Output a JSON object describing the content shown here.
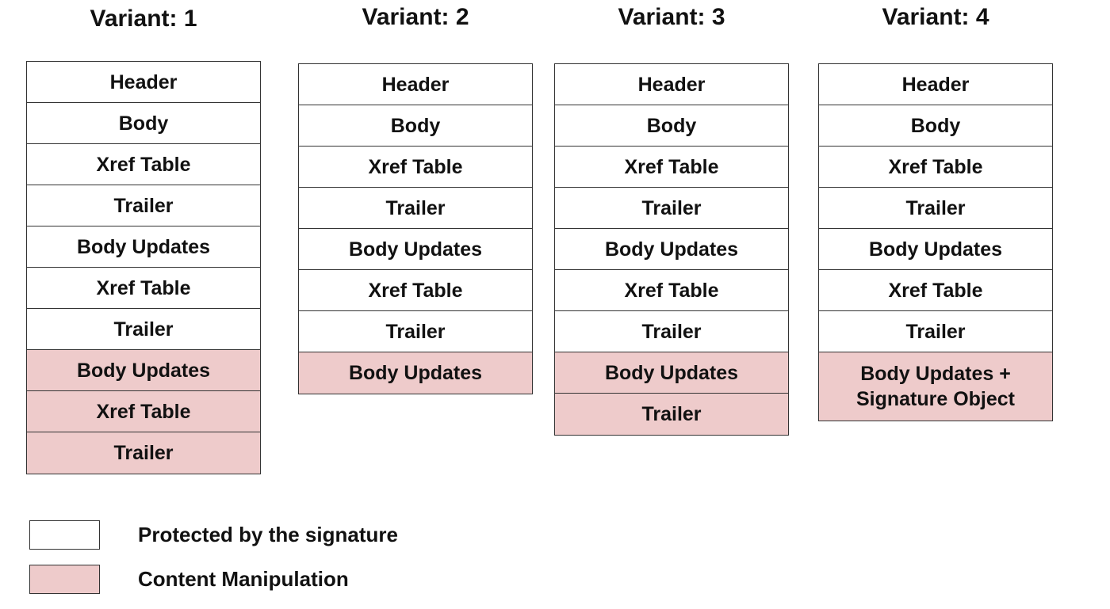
{
  "variants": [
    {
      "title": "Variant: 1",
      "cells": [
        {
          "label": "Header",
          "status": "protected"
        },
        {
          "label": "Body",
          "status": "protected"
        },
        {
          "label": "Xref Table",
          "status": "protected"
        },
        {
          "label": "Trailer",
          "status": "protected"
        },
        {
          "label": "Body Updates",
          "status": "protected"
        },
        {
          "label": "Xref Table",
          "status": "protected"
        },
        {
          "label": "Trailer",
          "status": "protected"
        },
        {
          "label": "Body Updates",
          "status": "manipulation"
        },
        {
          "label": "Xref Table",
          "status": "manipulation"
        },
        {
          "label": "Trailer",
          "status": "manipulation"
        }
      ]
    },
    {
      "title": "Variant: 2",
      "cells": [
        {
          "label": "Header",
          "status": "protected"
        },
        {
          "label": "Body",
          "status": "protected"
        },
        {
          "label": "Xref Table",
          "status": "protected"
        },
        {
          "label": "Trailer",
          "status": "protected"
        },
        {
          "label": "Body Updates",
          "status": "protected"
        },
        {
          "label": "Xref Table",
          "status": "protected"
        },
        {
          "label": "Trailer",
          "status": "protected"
        },
        {
          "label": "Body Updates",
          "status": "manipulation"
        }
      ]
    },
    {
      "title": "Variant: 3",
      "cells": [
        {
          "label": "Header",
          "status": "protected"
        },
        {
          "label": "Body",
          "status": "protected"
        },
        {
          "label": "Xref Table",
          "status": "protected"
        },
        {
          "label": "Trailer",
          "status": "protected"
        },
        {
          "label": "Body Updates",
          "status": "protected"
        },
        {
          "label": "Xref Table",
          "status": "protected"
        },
        {
          "label": "Trailer",
          "status": "protected"
        },
        {
          "label": "Body Updates",
          "status": "manipulation"
        },
        {
          "label": "Trailer",
          "status": "manipulation"
        }
      ]
    },
    {
      "title": "Variant: 4",
      "cells": [
        {
          "label": "Header",
          "status": "protected"
        },
        {
          "label": "Body",
          "status": "protected"
        },
        {
          "label": "Xref Table",
          "status": "protected"
        },
        {
          "label": "Trailer",
          "status": "protected"
        },
        {
          "label": "Body Updates",
          "status": "protected"
        },
        {
          "label": "Xref Table",
          "status": "protected"
        },
        {
          "label": "Trailer",
          "status": "protected"
        },
        {
          "label": "Body Updates +",
          "label_line2": "Signature Object",
          "status": "manipulation"
        }
      ]
    }
  ],
  "legend": {
    "protected_label": "Protected by the signature",
    "manipulation_label": "Content Manipulation"
  },
  "colors": {
    "protected": "#ffffff",
    "manipulation": "#eecbcb",
    "border": "#333333"
  }
}
